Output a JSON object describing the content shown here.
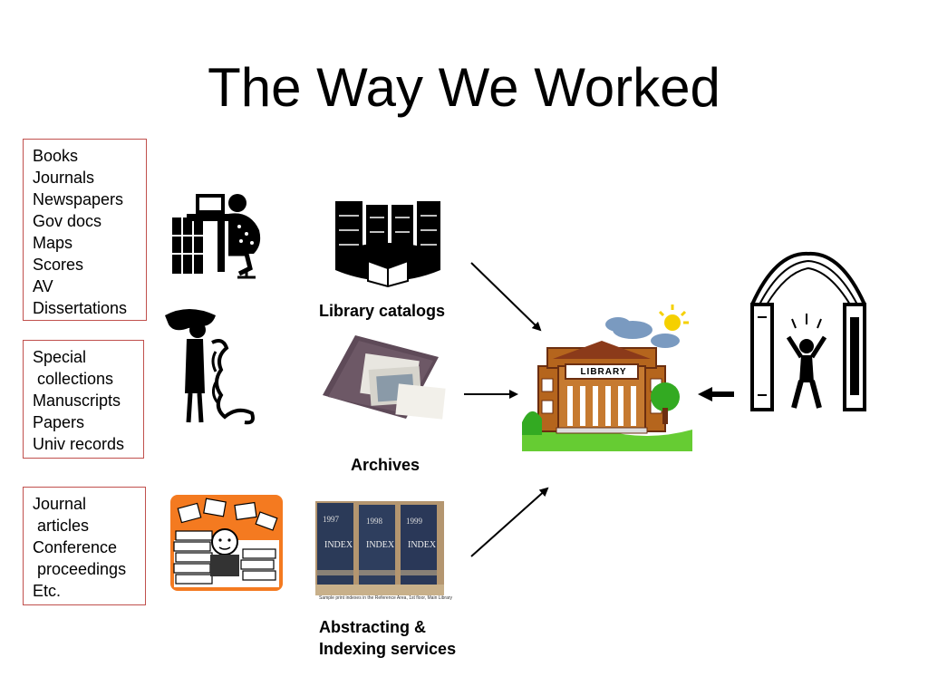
{
  "slide": {
    "title": "The Way We Worked"
  },
  "boxes": [
    {
      "items": [
        "Books",
        "Journals",
        "Newspapers",
        "Gov docs",
        "Maps",
        "Scores",
        "AV",
        "Dissertations"
      ]
    },
    {
      "items": [
        "Special",
        " collections",
        "Manuscripts",
        "Papers",
        "Univ records"
      ]
    },
    {
      "items": [
        "Journal",
        " articles",
        "Conference",
        " proceedings",
        "Etc."
      ]
    }
  ],
  "labels": {
    "library_catalogs": "Library catalogs",
    "archives": "Archives",
    "abstracting_1": "Abstracting &",
    "abstracting_2": "Indexing services"
  },
  "images": {
    "library_building_sign": "LIBRARY",
    "index_years": [
      "1997",
      "1998",
      "1999"
    ],
    "index_spine": "INDEX",
    "index_caption": "Sample print indexes in the Reference Area, 1st floor, Main Library"
  },
  "colors": {
    "box_border": "#c0504d",
    "library_brick": "#b5651d",
    "library_roof": "#8b3a1a",
    "grass": "#66cc33",
    "tree": "#33aa22",
    "sun": "#f5d000",
    "cloud": "#7a9ac0",
    "clip_orange": "#f47a20"
  }
}
